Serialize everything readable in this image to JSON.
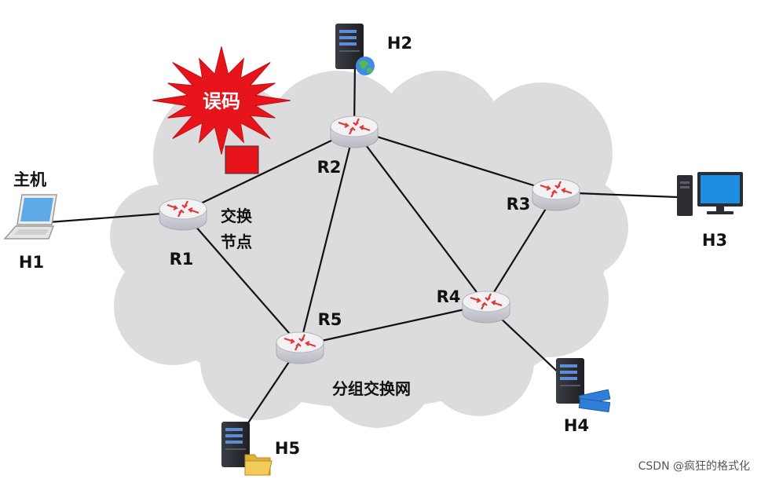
{
  "labels": {
    "host": "主机",
    "error": "误码",
    "switch_node_line1": "交换",
    "switch_node_line2": "节点",
    "network": "分组交换网",
    "watermark": "CSDN @疯狂的格式化"
  },
  "routers": [
    {
      "id": "R1",
      "label": "R1"
    },
    {
      "id": "R2",
      "label": "R2"
    },
    {
      "id": "R3",
      "label": "R3"
    },
    {
      "id": "R4",
      "label": "R4"
    },
    {
      "id": "R5",
      "label": "R5"
    }
  ],
  "hosts": [
    {
      "id": "H1",
      "label": "H1",
      "kind": "laptop"
    },
    {
      "id": "H2",
      "label": "H2",
      "kind": "server-globe"
    },
    {
      "id": "H3",
      "label": "H3",
      "kind": "desktop"
    },
    {
      "id": "H4",
      "label": "H4",
      "kind": "server-film"
    },
    {
      "id": "H5",
      "label": "H5",
      "kind": "server-folder"
    }
  ],
  "links": [
    [
      "H1",
      "R1"
    ],
    [
      "R1",
      "R2"
    ],
    [
      "R1",
      "R5"
    ],
    [
      "R2",
      "H2"
    ],
    [
      "R2",
      "R3"
    ],
    [
      "R2",
      "R4"
    ],
    [
      "R2",
      "R5"
    ],
    [
      "R3",
      "H3"
    ],
    [
      "R3",
      "R4"
    ],
    [
      "R4",
      "R5"
    ],
    [
      "R4",
      "H4"
    ],
    [
      "R5",
      "H5"
    ]
  ],
  "colors": {
    "cloud": "#dcdcde",
    "burst": "#e8141c",
    "router_top": "#f2f2f4",
    "router_arrow": "#e03a3a"
  }
}
